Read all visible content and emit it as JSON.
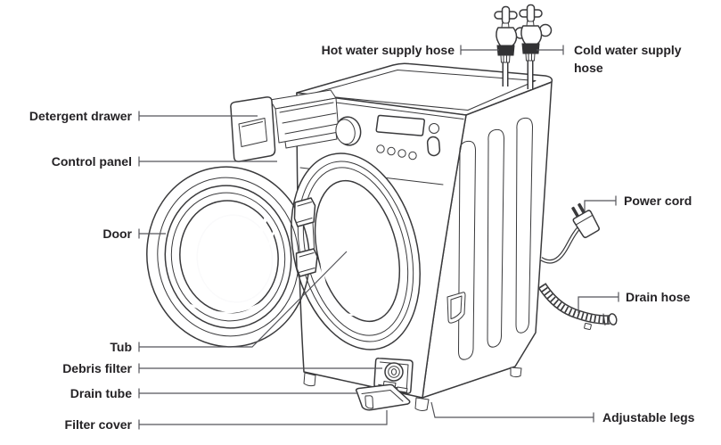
{
  "diagram": {
    "type": "labeled-parts-diagram",
    "subject": "front-load washing machine",
    "labels": {
      "hot_water": "Hot water supply hose",
      "cold_water": "Cold water supply hose",
      "detergent_drawer": "Detergent drawer",
      "control_panel": "Control panel",
      "door": "Door",
      "tub": "Tub",
      "debris_filter": "Debris filter",
      "drain_tube": "Drain tube",
      "filter_cover": "Filter cover",
      "power_cord": "Power cord",
      "drain_hose": "Drain hose",
      "adjustable_legs": "Adjustable legs"
    },
    "colors": {
      "background": "#ffffff",
      "label_text": "#242225",
      "line_art": "#3a3a3c",
      "leader_line": "#55555a",
      "door_rim_fill": "#ededef",
      "glass_gray": "#b9b9bb"
    }
  }
}
